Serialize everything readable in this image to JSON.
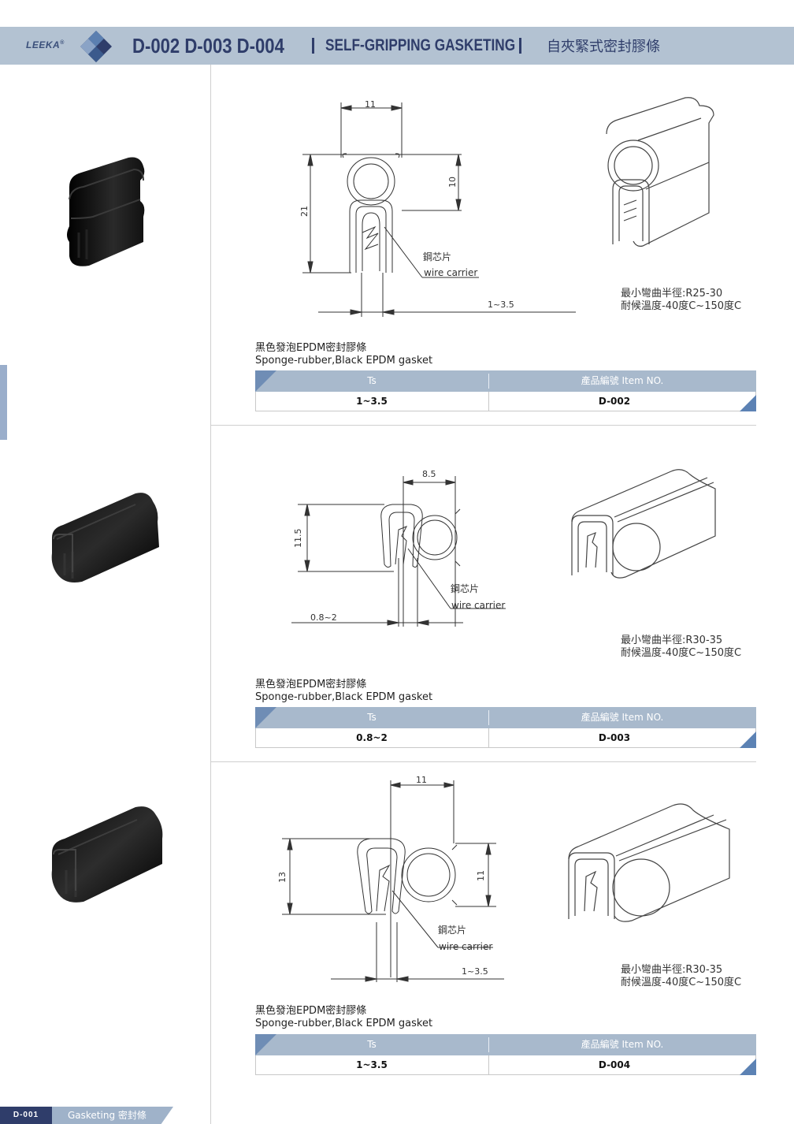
{
  "header": {
    "logo": "LEEKA",
    "logo_reg": "®",
    "codes": "D-002 D-003 D-004",
    "title_en": "SELF-GRIPPING GASKETING",
    "title_zh": "自夾緊式密封膠條"
  },
  "products": [
    {
      "dims": {
        "width": "11",
        "bulb": "10",
        "height": "21",
        "ts": "1~3.5"
      },
      "callout_zh": "鋼芯片",
      "callout_en": "wire carrier",
      "spec_bend": "最小彎曲半徑:R25-30",
      "spec_temp": "耐候溫度-40度C~150度C",
      "desc_zh": "黑色發泡EPDM密封膠條",
      "desc_en": "Sponge-rubber,Black EPDM gasket",
      "table": {
        "col1": "Ts",
        "col2": "產品編號   Item NO.",
        "ts": "1~3.5",
        "item": "D-002"
      }
    },
    {
      "dims": {
        "width": "8.5",
        "height": "11.5",
        "ts": "0.8~2"
      },
      "callout_zh": "鋼芯片",
      "callout_en": "wire carrier",
      "spec_bend": "最小彎曲半徑:R30-35",
      "spec_temp": "耐候溫度-40度C~150度C",
      "desc_zh": "黑色發泡EPDM密封膠條",
      "desc_en": "Sponge-rubber,Black EPDM gasket",
      "table": {
        "col1": "Ts",
        "col2": "產品編號   Item NO.",
        "ts": "0.8~2",
        "item": "D-003"
      }
    },
    {
      "dims": {
        "width": "11",
        "height": "13",
        "bulb": "11",
        "ts": "1~3.5"
      },
      "callout_zh": "鋼芯片",
      "callout_en": "wire carrier",
      "spec_bend": "最小彎曲半徑:R30-35",
      "spec_temp": "耐候溫度-40度C~150度C",
      "desc_zh": "黑色發泡EPDM密封膠條",
      "desc_en": "Sponge-rubber,Black EPDM gasket",
      "table": {
        "col1": "Ts",
        "col2": "產品編號   Item NO.",
        "ts": "1~3.5",
        "item": "D-004"
      }
    }
  ],
  "footer": {
    "page": "D-001",
    "section": "Gasketing 密封條"
  },
  "colors": {
    "header_bg": "#b3c2d2",
    "navy": "#2f3d6a",
    "table_head": "#a8b9cc",
    "accent_blue": "#5c82b4"
  }
}
